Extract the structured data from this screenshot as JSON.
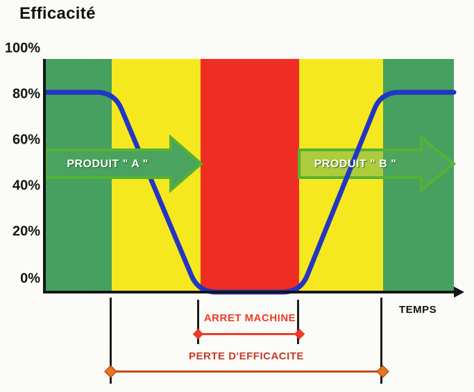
{
  "title": "Efficacité",
  "colors": {
    "zone_green": "#46a05f",
    "zone_yellow": "#f6e81f",
    "zone_red": "#f02d22",
    "curve_blue": "#2236c2",
    "arrow_border": "#55b234",
    "arrow_a_fill": "#4aa35f",
    "arrow_b_fill": "rgba(86,168,96,0.45)",
    "axis_black": "#151515",
    "arret_red": "#ee3a24",
    "perte_text": "#c63b27",
    "perte_line": "#c24a1c",
    "perte_diamond": "#ea7420"
  },
  "y_axis": {
    "ticks": [
      "100%",
      "80%",
      "60%",
      "40%",
      "20%",
      "0%"
    ]
  },
  "x_axis": {
    "label": "TEMPS"
  },
  "arrows": {
    "a_label": "PRODUIT \" A \"",
    "b_label": "PRODUIT \" B \""
  },
  "annotations": {
    "arret_label": "ARRET MACHINE",
    "perte_label": "PERTE D'EFFICACITE"
  },
  "chart_data": {
    "type": "line",
    "title": "Efficacité",
    "xlabel": "TEMPS",
    "ylabel": "Efficacité (%)",
    "ylim": [
      0,
      100
    ],
    "x_unit": "percent of timeline (no numeric x ticks shown)",
    "y_ticks": [
      "100%",
      "80%",
      "60%",
      "40%",
      "20%",
      "0%"
    ],
    "grid": false,
    "legend": "none",
    "series": [
      {
        "name": "efficacite",
        "color": "#2236c2",
        "points": [
          [
            0,
            80
          ],
          [
            16.8,
            80
          ],
          [
            37.4,
            0
          ],
          [
            62.4,
            0
          ],
          [
            82.2,
            80
          ],
          [
            100,
            80
          ]
        ],
        "note": "efficiency holds at 80%, ramps to 0% during machine stop, returns to 80%"
      }
    ],
    "zones": [
      {
        "name": "green-1",
        "color": "zone_green",
        "width_pct": 16.2
      },
      {
        "name": "yellow-1",
        "color": "zone_yellow",
        "width_pct": 21.7
      },
      {
        "name": "red",
        "color": "zone_red",
        "width_pct": 24.1
      },
      {
        "name": "yellow-2",
        "color": "zone_yellow",
        "width_pct": 20.7
      },
      {
        "name": "green-2",
        "color": "zone_green",
        "width_pct": 17.3
      }
    ],
    "span_annotations": [
      {
        "label": "ARRET MACHINE",
        "from_pct": 37.4,
        "to_pct": 62.4
      },
      {
        "label": "PERTE D'EFFICACITE",
        "from_pct": 16.2,
        "to_pct": 82.7
      }
    ],
    "flow_arrows": [
      {
        "label": "PRODUIT \" A \"",
        "from_pct": 0,
        "to_pct": 38
      },
      {
        "label": "PRODUIT \" B \"",
        "from_pct": 62,
        "to_pct": 100
      }
    ]
  }
}
